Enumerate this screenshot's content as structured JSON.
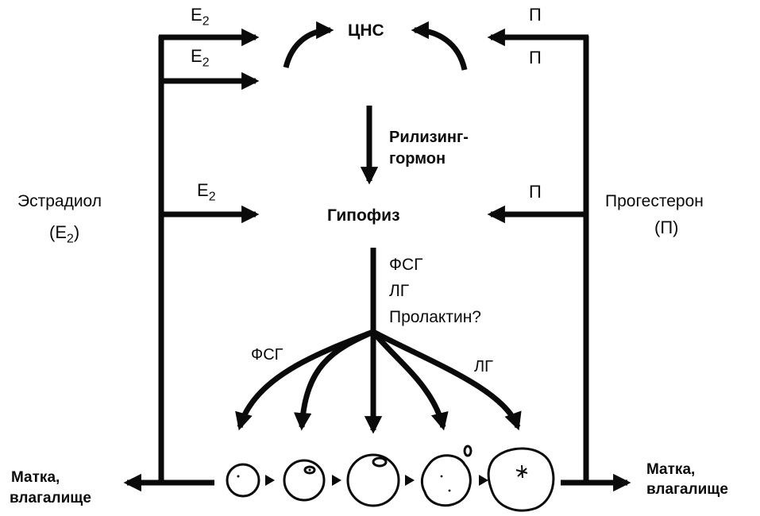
{
  "diagram": {
    "labels": {
      "cns": "ЦНС",
      "releasing_1": "Рилизинг-",
      "releasing_2": "гормон",
      "pituitary": "Гипофиз",
      "fsh_top": "ФСГ",
      "lh_top": "ЛГ",
      "prolactin": "Пролактин?",
      "fsh_branch": "ФСГ",
      "lh_branch": "ЛГ",
      "estradiol_name": "Эстрадиол",
      "estradiol_symbol_open": "(Е",
      "estradiol_symbol_sub": "2",
      "estradiol_symbol_close": ")",
      "progesterone_name": "Прогестерон",
      "progesterone_symbol": "(П)",
      "e2_letter": "Е",
      "e2_sub": "2",
      "p_letter": "П",
      "uterus_left_1": "Матка,",
      "uterus_left_2": "влагалище",
      "uterus_right_1": "Матка,",
      "uterus_right_2": "влагалище"
    }
  }
}
